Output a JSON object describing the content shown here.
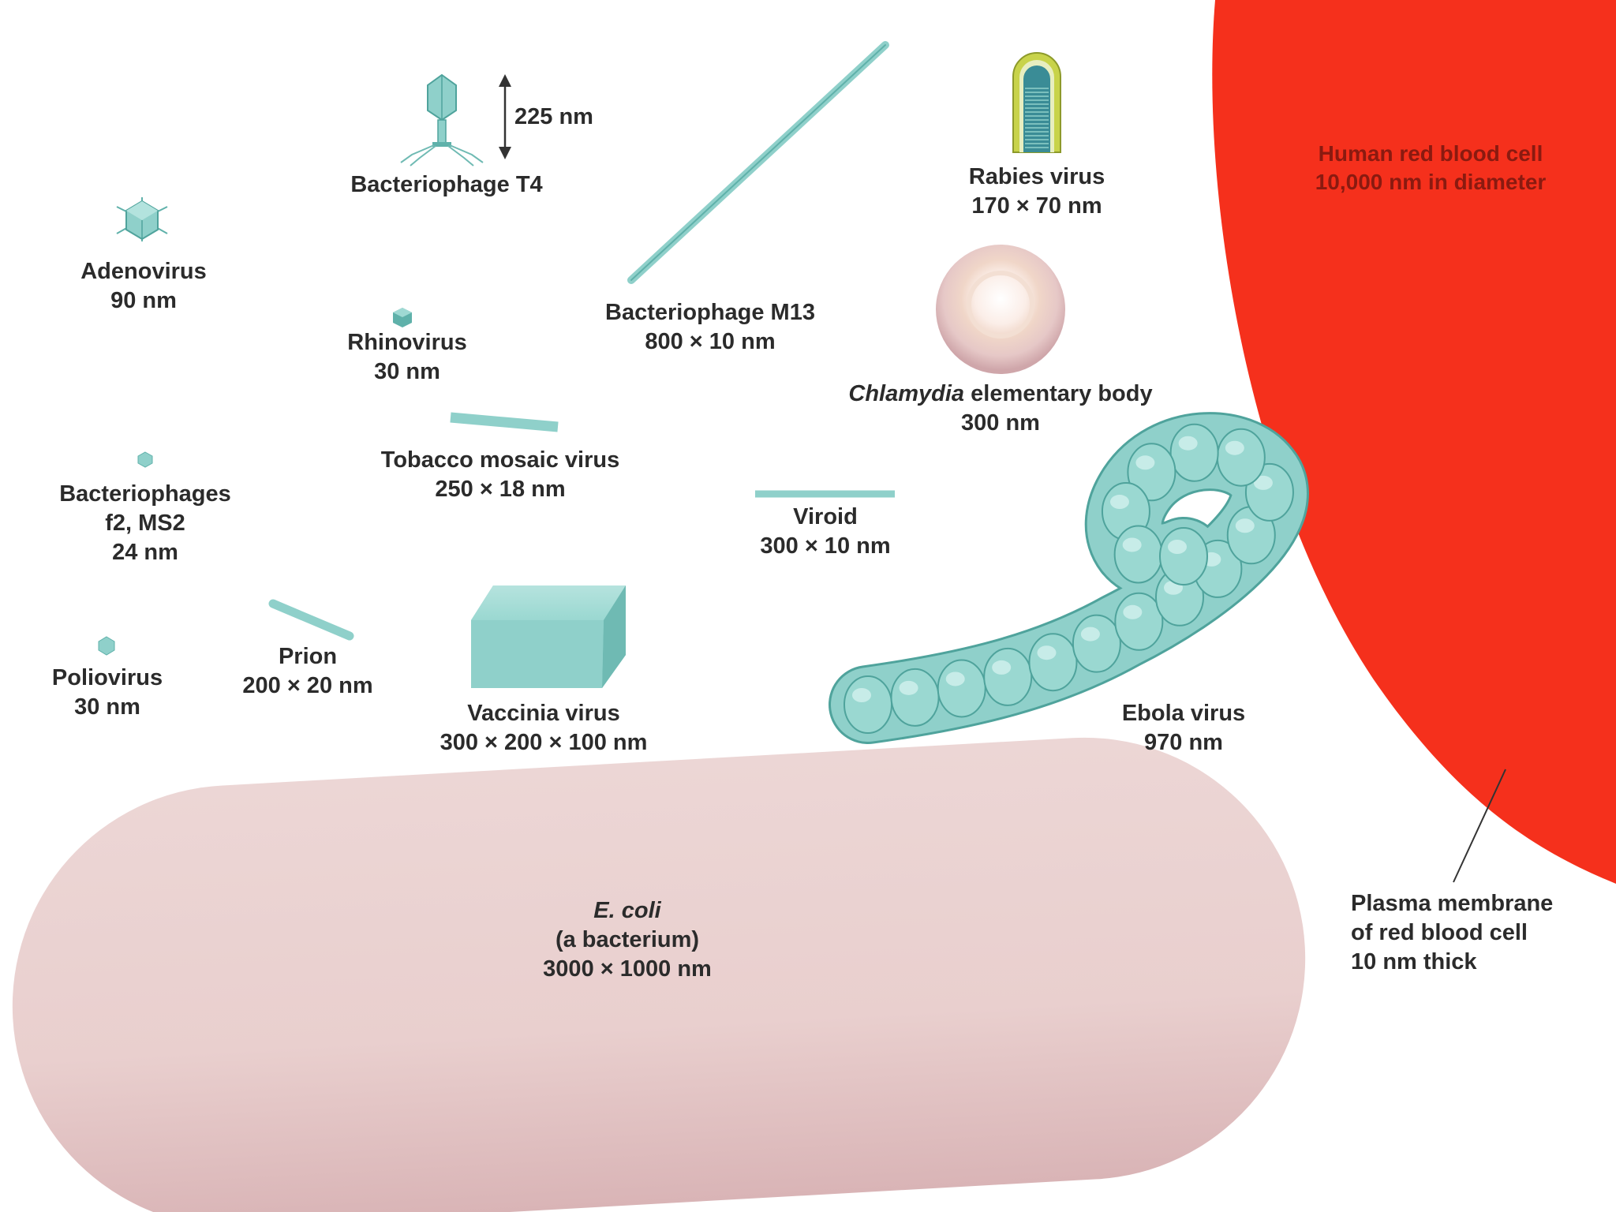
{
  "colors": {
    "virus_fill": "#8fd0ca",
    "virus_stroke": "#4fa39c",
    "ecoli_fill": "#e9cfce",
    "rbc_red": "#f5301c",
    "chlamydia_fill": "#e6c9c8",
    "text": "#2b2b2b"
  },
  "labels": {
    "t4_name": "Bacteriophage T4",
    "t4_size": "225 nm",
    "adeno_name": "Adenovirus",
    "adeno_size": "90 nm",
    "rhino_name": "Rhinovirus",
    "rhino_size": "30 nm",
    "m13_name": "Bacteriophage M13",
    "m13_size": "800 × 10 nm",
    "rabies_name": "Rabies virus",
    "rabies_size": "170 × 70 nm",
    "rbc_name": "Human red blood cell",
    "rbc_size": "10,000 nm in diameter",
    "chlamydia_name_italic": "Chlamydia",
    "chlamydia_name_rest": " elementary body",
    "chlamydia_size": "300 nm",
    "tmv_name": "Tobacco mosaic virus",
    "tmv_size": "250 × 18 nm",
    "phages_name1": "Bacteriophages",
    "phages_name2": "f2, MS2",
    "phages_size": "24 nm",
    "viroid_name": "Viroid",
    "viroid_size": "300 × 10 nm",
    "polio_name": "Poliovirus",
    "polio_size": "30 nm",
    "prion_name": "Prion",
    "prion_size": "200 × 20 nm",
    "vaccinia_name": "Vaccinia virus",
    "vaccinia_size": "300 × 200 × 100 nm",
    "ebola_name": "Ebola virus",
    "ebola_size": "970 nm",
    "ecoli_name": "E. coli",
    "ecoli_desc": "(a bacterium)",
    "ecoli_size": "3000 × 1000 nm",
    "membrane_line1": "Plasma membrane",
    "membrane_line2": "of red blood cell",
    "membrane_line3": "10 nm thick"
  }
}
